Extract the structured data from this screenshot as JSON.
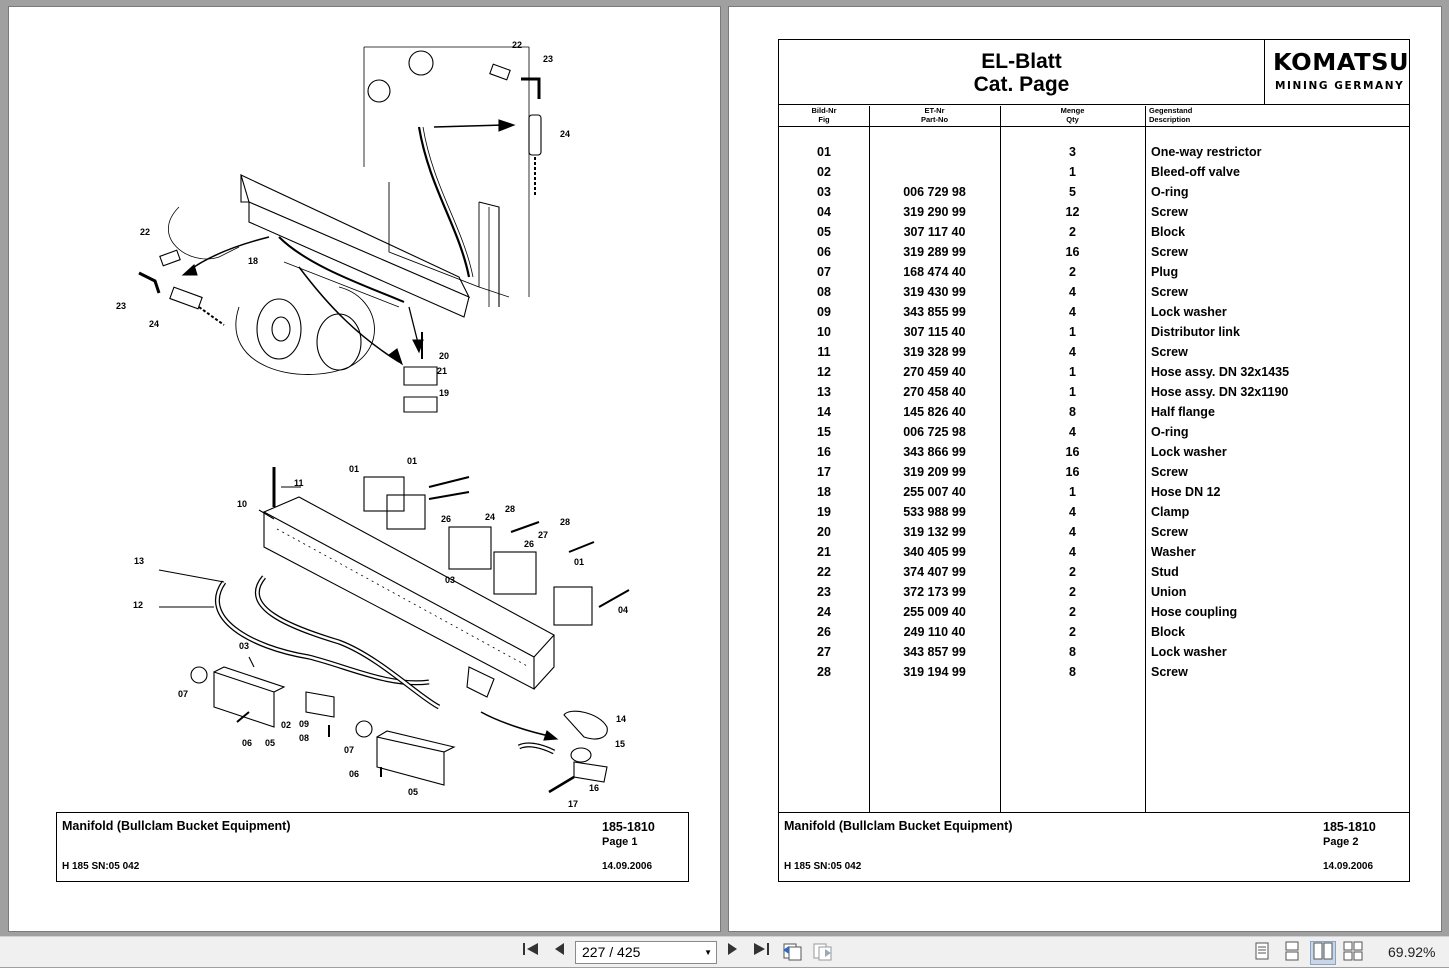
{
  "left_page": {
    "callouts": [
      "22",
      "23",
      "24",
      "22",
      "23",
      "24",
      "18",
      "20",
      "21",
      "19",
      "11",
      "01",
      "01",
      "10",
      "26",
      "24",
      "28",
      "27",
      "26",
      "28",
      "13",
      "12",
      "03",
      "01",
      "04",
      "03",
      "07",
      "06",
      "05",
      "02",
      "09",
      "08",
      "07",
      "06",
      "05",
      "14",
      "15",
      "16",
      "17"
    ],
    "footer": {
      "title": "Manifold (Bullclam Bucket Equipment)",
      "number": "185-1810",
      "page": "Page 1",
      "id": "H 185 SN:05 042",
      "date": "14.09.2006"
    }
  },
  "right_page": {
    "header": {
      "title_line1": "EL-Blatt",
      "title_line2": "Cat. Page",
      "logo_main": "KOMATSU",
      "logo_sub": "MINING GERMANY"
    },
    "columns": [
      {
        "line1": "Bild-Nr",
        "line2": "Fig"
      },
      {
        "line1": "ET-Nr",
        "line2": "Part-No"
      },
      {
        "line1": "Menge",
        "line2": "Qty"
      },
      {
        "line1": "Gegenstand",
        "line2": "Description"
      }
    ],
    "rows": [
      {
        "fig": "01",
        "part": "",
        "qty": "3",
        "desc": "One-way restrictor"
      },
      {
        "fig": "02",
        "part": "",
        "qty": "1",
        "desc": "Bleed-off valve"
      },
      {
        "fig": "03",
        "part": "006 729 98",
        "qty": "5",
        "desc": "O-ring"
      },
      {
        "fig": "04",
        "part": "319 290 99",
        "qty": "12",
        "desc": "Screw"
      },
      {
        "fig": "05",
        "part": "307 117 40",
        "qty": "2",
        "desc": "Block"
      },
      {
        "fig": "06",
        "part": "319 289 99",
        "qty": "16",
        "desc": "Screw"
      },
      {
        "fig": "07",
        "part": "168 474 40",
        "qty": "2",
        "desc": "Plug"
      },
      {
        "fig": "08",
        "part": "319 430 99",
        "qty": "4",
        "desc": "Screw"
      },
      {
        "fig": "09",
        "part": "343 855 99",
        "qty": "4",
        "desc": "Lock washer"
      },
      {
        "fig": "10",
        "part": "307 115 40",
        "qty": "1",
        "desc": "Distributor link"
      },
      {
        "fig": "11",
        "part": "319 328 99",
        "qty": "4",
        "desc": "Screw"
      },
      {
        "fig": "12",
        "part": "270 459 40",
        "qty": "1",
        "desc": "Hose assy. DN 32x1435"
      },
      {
        "fig": "13",
        "part": "270 458 40",
        "qty": "1",
        "desc": "Hose assy. DN 32x1190"
      },
      {
        "fig": "14",
        "part": "145 826 40",
        "qty": "8",
        "desc": "Half flange"
      },
      {
        "fig": "15",
        "part": "006 725 98",
        "qty": "4",
        "desc": "O-ring"
      },
      {
        "fig": "16",
        "part": "343 866 99",
        "qty": "16",
        "desc": "Lock washer"
      },
      {
        "fig": "17",
        "part": "319 209 99",
        "qty": "16",
        "desc": "Screw"
      },
      {
        "fig": "18",
        "part": "255 007 40",
        "qty": "1",
        "desc": "Hose DN 12"
      },
      {
        "fig": "19",
        "part": "533 988 99",
        "qty": "4",
        "desc": "Clamp"
      },
      {
        "fig": "20",
        "part": "319 132 99",
        "qty": "4",
        "desc": "Screw"
      },
      {
        "fig": "21",
        "part": "340 405 99",
        "qty": "4",
        "desc": "Washer"
      },
      {
        "fig": "22",
        "part": "374 407 99",
        "qty": "2",
        "desc": "Stud"
      },
      {
        "fig": "23",
        "part": "372 173 99",
        "qty": "2",
        "desc": "Union"
      },
      {
        "fig": "24",
        "part": "255 009 40",
        "qty": "2",
        "desc": "Hose coupling"
      },
      {
        "fig": "26",
        "part": "249 110 40",
        "qty": "2",
        "desc": "Block"
      },
      {
        "fig": "27",
        "part": "343 857 99",
        "qty": "8",
        "desc": "Lock washer"
      },
      {
        "fig": "28",
        "part": "319 194 99",
        "qty": "8",
        "desc": "Screw"
      }
    ],
    "footer": {
      "title": "Manifold (Bullclam Bucket Equipment)",
      "number": "185-1810",
      "page": "Page 2",
      "id": "H 185 SN:05 042",
      "date": "14.09.2006"
    }
  },
  "toolbar": {
    "page_indicator": "227 / 425",
    "zoom": "69.92%",
    "icons": [
      "first-page-icon",
      "prev-page-icon",
      "next-page-icon",
      "last-page-icon",
      "previous-view-icon",
      "next-view-icon",
      "single-page-view-icon",
      "continuous-view-icon",
      "facing-view-icon",
      "continuous-facing-view-icon"
    ]
  }
}
